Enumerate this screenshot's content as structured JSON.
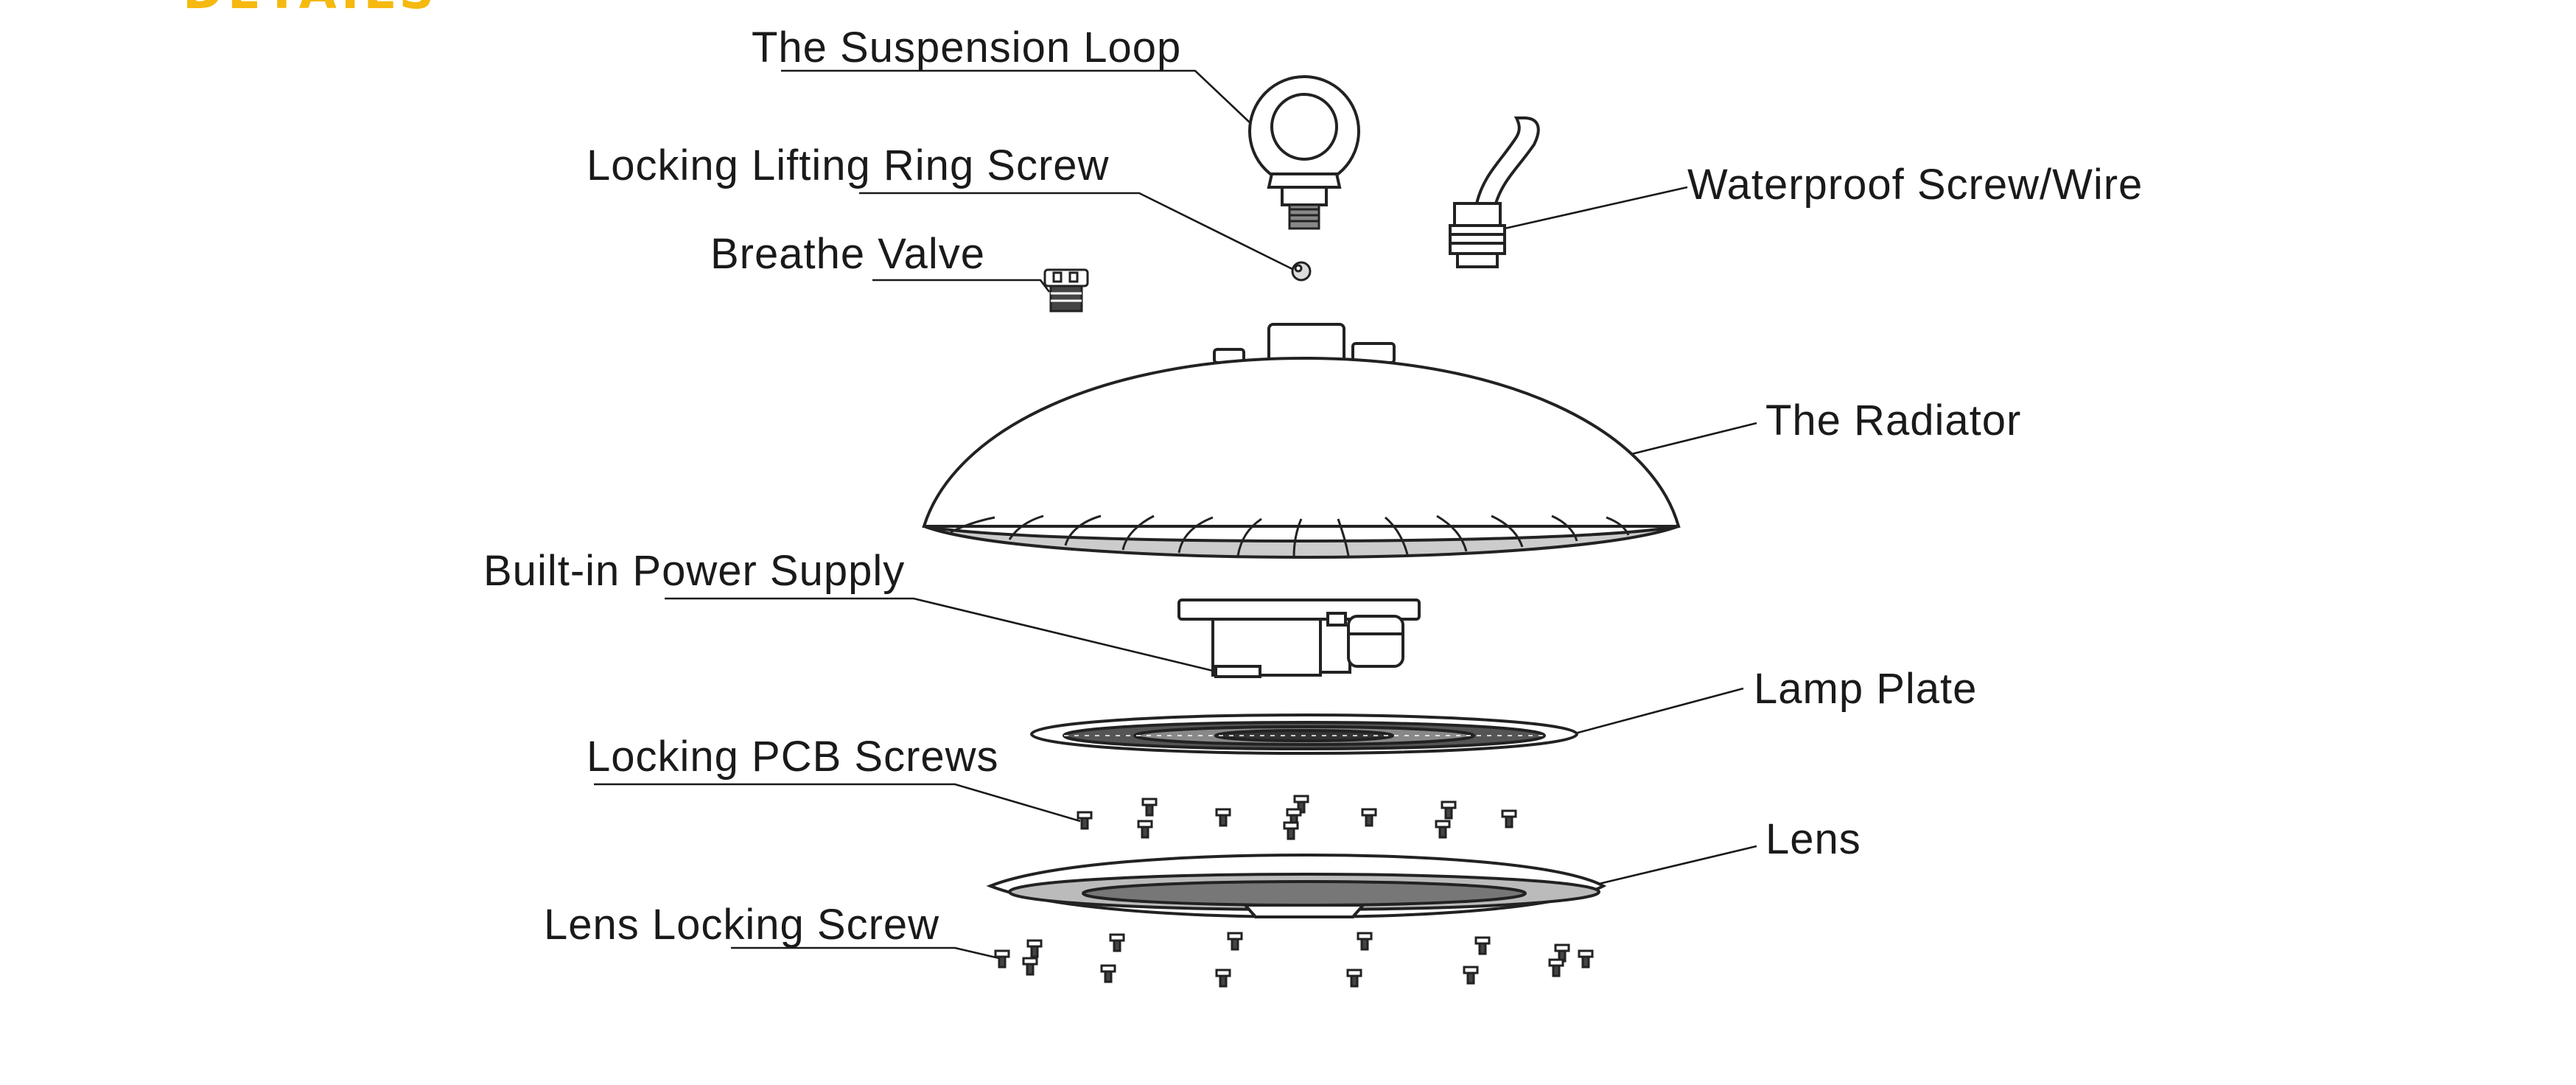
{
  "heading": "DETAILS",
  "accent_color": "#f5b90f",
  "labels": {
    "suspension_loop": "The Suspension Loop",
    "lifting_ring_screw": "Locking Lifting Ring Screw",
    "breathe_valve": "Breathe Valve",
    "waterproof_screw": "Waterproof Screw/Wire",
    "radiator": "The Radiator",
    "power_supply": "Built-in Power Supply",
    "lamp_plate": "Lamp Plate",
    "pcb_screws": "Locking PCB Screws",
    "lens": "Lens",
    "lens_screw": "Lens Locking Screw"
  }
}
